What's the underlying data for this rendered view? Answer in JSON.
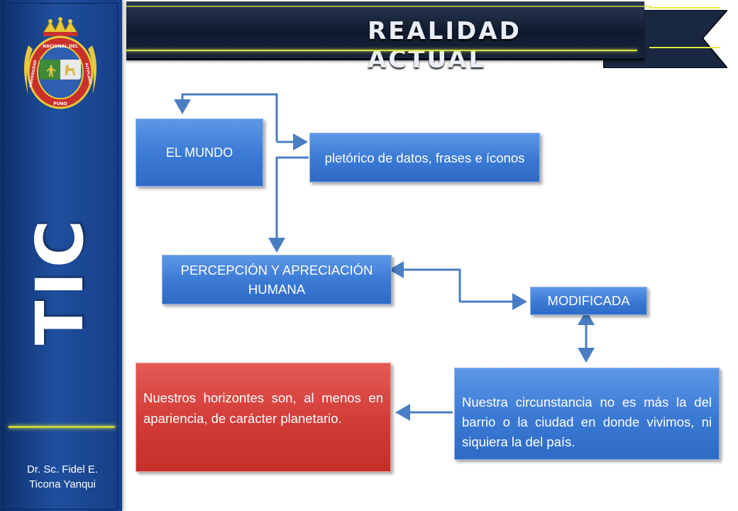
{
  "sidebar": {
    "vertical_title": "TIC",
    "author_line1": "Dr. Sc. Fidel E.",
    "author_line2": "Ticona Yanqui",
    "logo": {
      "ring_text_top": "NACIONAL DEL",
      "ring_text_left": "UNIVERSIDAD",
      "ring_text_right": "ALTIPLANO",
      "ring_text_bottom": "PUNO"
    }
  },
  "header": {
    "title": "REALIDAD ACTUAL"
  },
  "diagram": {
    "nodes": {
      "mundo": "EL MUNDO",
      "pletorico": "pletórico de datos, frases e íconos",
      "percepcion": "PERCEPCIÓN  Y APRECIACIÓN HUMANA",
      "modificada": "MODIFICADA",
      "circunstancia": "Nuestra circunstancia no es más la del barrio o la ciudad en donde vivimos, ni siquiera la del país.",
      "horizontes": "Nuestros horizontes son, al menos en apariencia, de carácter planetario."
    }
  },
  "colors": {
    "box_blue": "#3a79d4",
    "box_red": "#d23b36",
    "arrow": "#4a7ec4",
    "sidebar": "#1f4f9e",
    "accent_line": "#d8e33e"
  }
}
